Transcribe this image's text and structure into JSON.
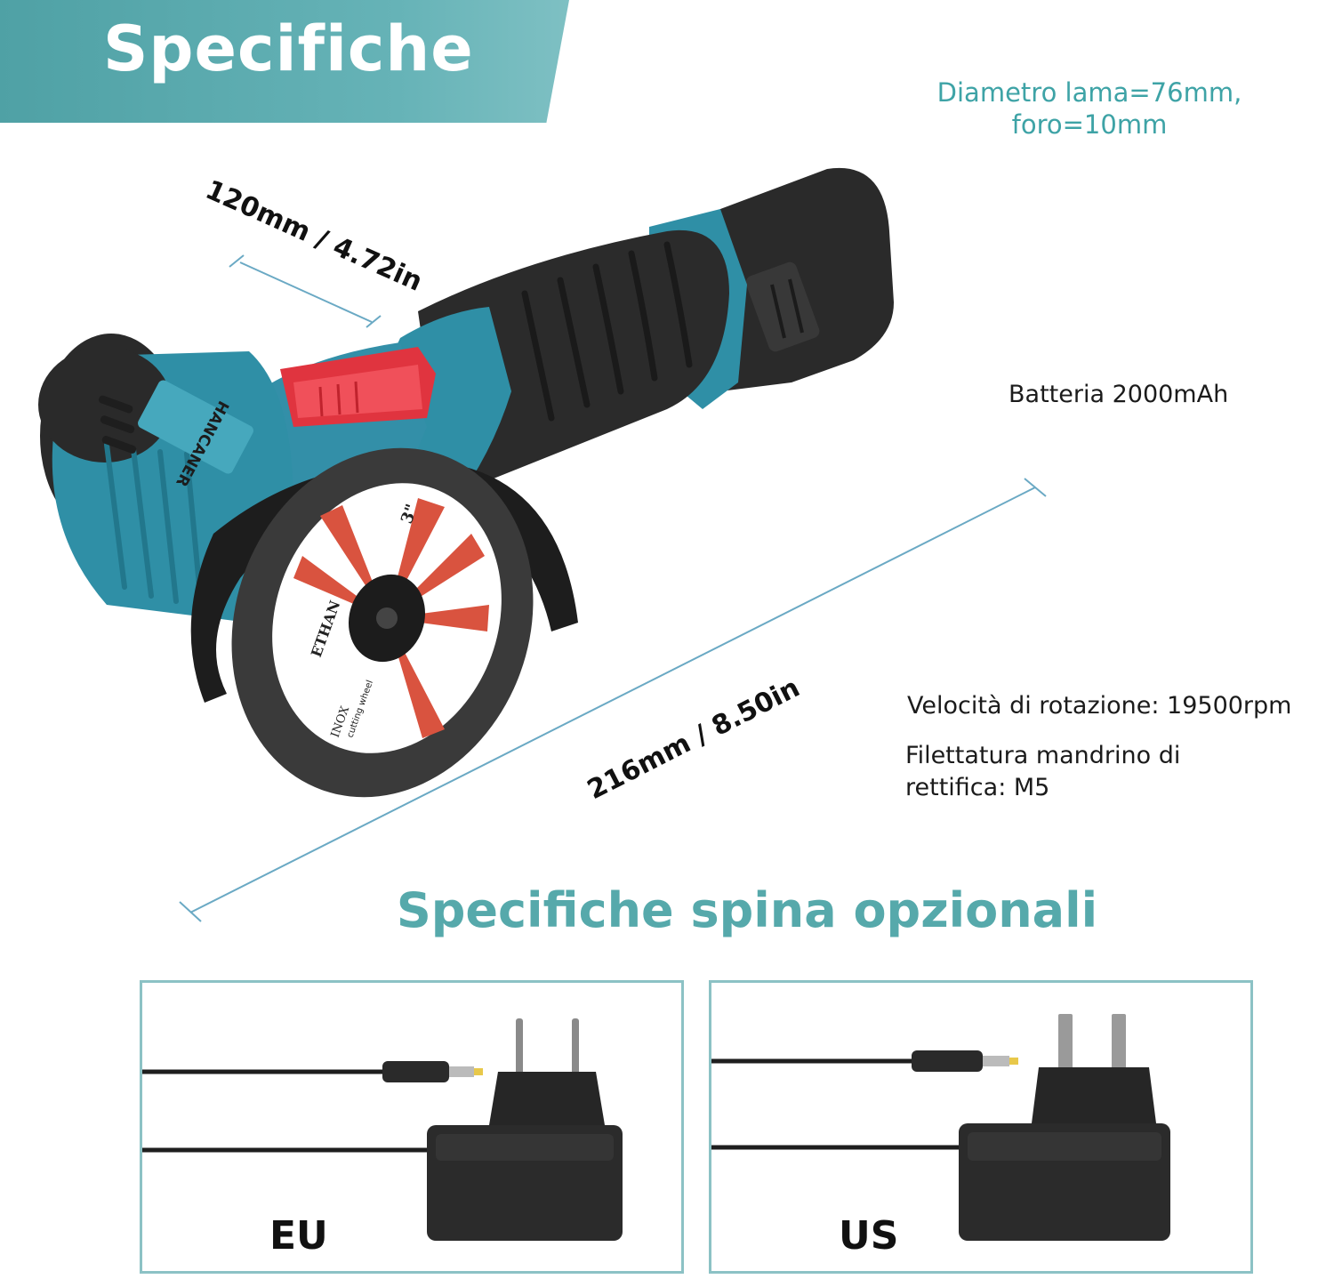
{
  "header": {
    "title": "Specifiche"
  },
  "specs": {
    "blade": "Diametro lama=76mm, foro=10mm",
    "battery": "Batteria 2000mAh",
    "speed": "Velocità di rotazione: 19500rpm",
    "thread_line1": "Filettatura mandrino di",
    "thread_line2": "rettifica: M5"
  },
  "dimensions": {
    "head": "120mm / 4.72in",
    "length": "216mm / 8.50in"
  },
  "product": {
    "brand": "HANCANER",
    "disc_brand": "ETHAN",
    "disc_size": "3\"",
    "disc_type": "INOX",
    "disc_sub": "cutting wheel"
  },
  "plugs": {
    "title": "Specifiche spina opzionali",
    "eu": "EU",
    "us": "US"
  },
  "colors": {
    "accent": "#56a9ab",
    "tool_teal": "#2f8fa6",
    "switch_red": "#e0343f"
  }
}
